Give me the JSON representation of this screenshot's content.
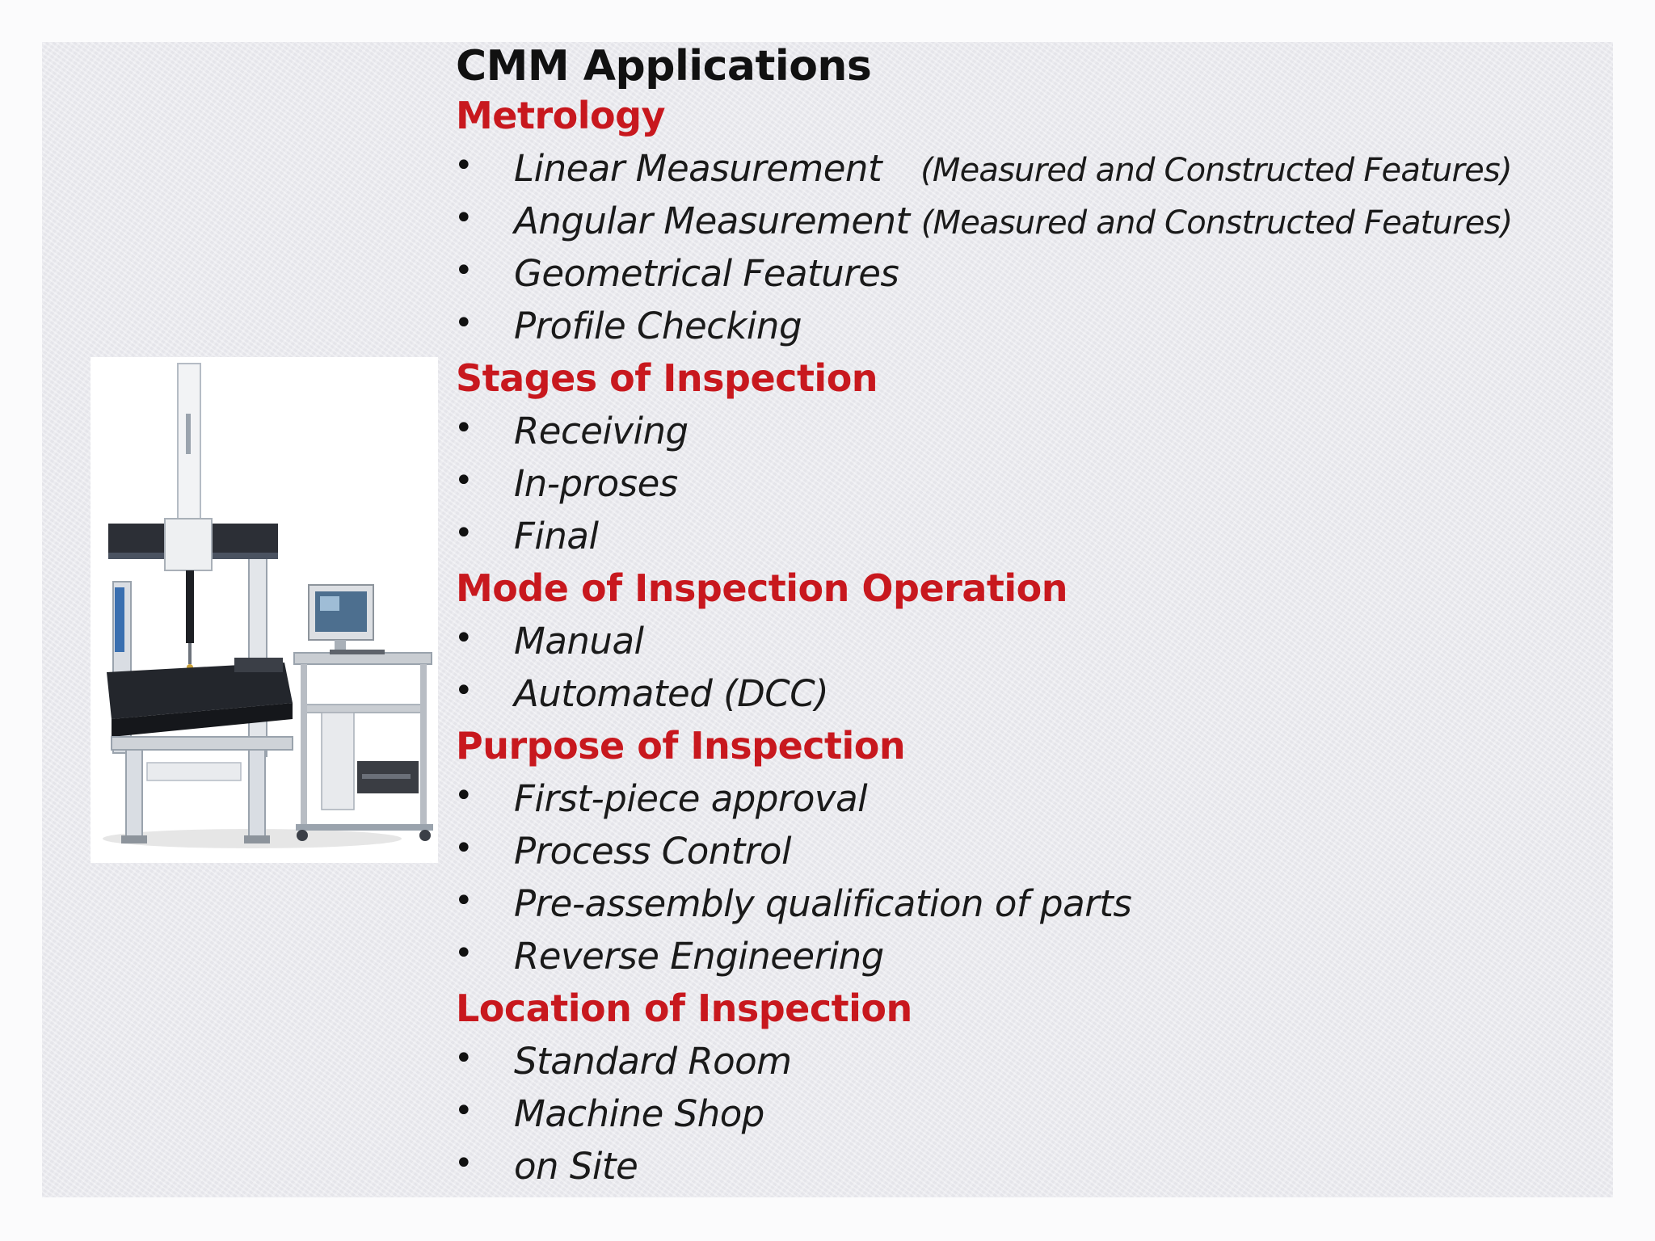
{
  "title": "CMM Applications",
  "photo": {
    "subject": "coordinate-measuring-machine-photo"
  },
  "sections": [
    {
      "heading": "Metrology",
      "items": [
        {
          "text": "Linear Measurement",
          "note": "(Measured and Constructed Features)"
        },
        {
          "text": "Angular Measurement",
          "note": "(Measured and Constructed Features)"
        },
        {
          "text": "Geometrical Features"
        },
        {
          "text": "Profile Checking"
        }
      ]
    },
    {
      "heading": "Stages of Inspection",
      "items": [
        {
          "text": "Receiving"
        },
        {
          "text": "In-proses"
        },
        {
          "text": "Final"
        }
      ]
    },
    {
      "heading": "Mode of Inspection Operation",
      "items": [
        {
          "text": "Manual"
        },
        {
          "text": "Automated (DCC)"
        }
      ]
    },
    {
      "heading": "Purpose of Inspection",
      "items": [
        {
          "text": "First-piece approval"
        },
        {
          "text": "Process Control"
        },
        {
          "text": "Pre-assembly qualification of parts"
        },
        {
          "text": "Reverse Engineering"
        }
      ]
    },
    {
      "heading": "Location of Inspection",
      "items": [
        {
          "text": "Standard Room"
        },
        {
          "text": "Machine Shop"
        },
        {
          "text": "on Site"
        }
      ]
    }
  ],
  "bullet_char": "•",
  "colors": {
    "heading": "#c8181e",
    "text": "#1a1a1a",
    "background": "#ebebf0"
  }
}
